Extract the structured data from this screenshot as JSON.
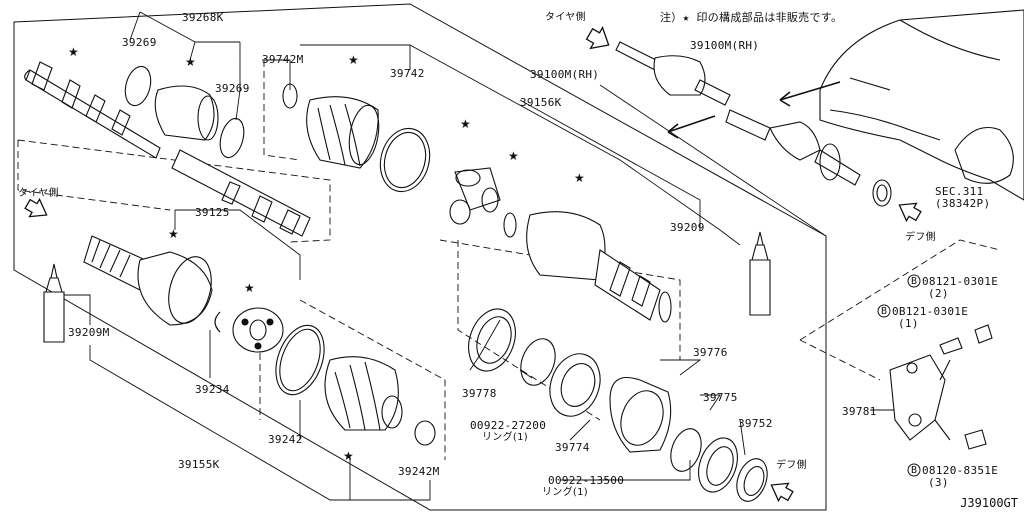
{
  "note": "注）★ 印の構成部品は非販売です。",
  "diagram_code": "J39100GT",
  "star_symbol": "★",
  "direction_labels": {
    "tire_top": "タイヤ側",
    "tire_left": "タイヤ側",
    "diff_right": "デフ側",
    "diff_bottom": "デフ側"
  },
  "parts": {
    "p39268K": "39268K",
    "p39269_a": "39269",
    "p39269_b": "39269",
    "p39742M": "39742M",
    "p39742": "39742",
    "p39100M_rh_a": "39100M(RH)",
    "p39100M_rh_b": "39100M(RH)",
    "p39156K": "39156K",
    "p39125": "39125",
    "p39209": "39209",
    "p39209M": "39209M",
    "p39234": "39234",
    "p39242": "39242",
    "p39242M": "39242M",
    "p39155K": "39155K",
    "p39778": "39778",
    "p39774": "39774",
    "p39776": "39776",
    "p39775": "39775",
    "p39752": "39752",
    "p39781": "39781",
    "p00922_27200": "00922-27200",
    "ring_1a": "リング(1)",
    "p00922_13500": "00922-13500",
    "ring_1b": "リング(1)",
    "sec311": "SEC.311",
    "sec311_sub": "(38342P)",
    "bolt1": "08121-0301E",
    "bolt1_qty": "(2)",
    "bolt2": "0B121-0301E",
    "bolt2_qty": "(1)",
    "bolt3": "08120-8351E",
    "bolt3_qty": "(3)",
    "bolt_marker": "B"
  }
}
